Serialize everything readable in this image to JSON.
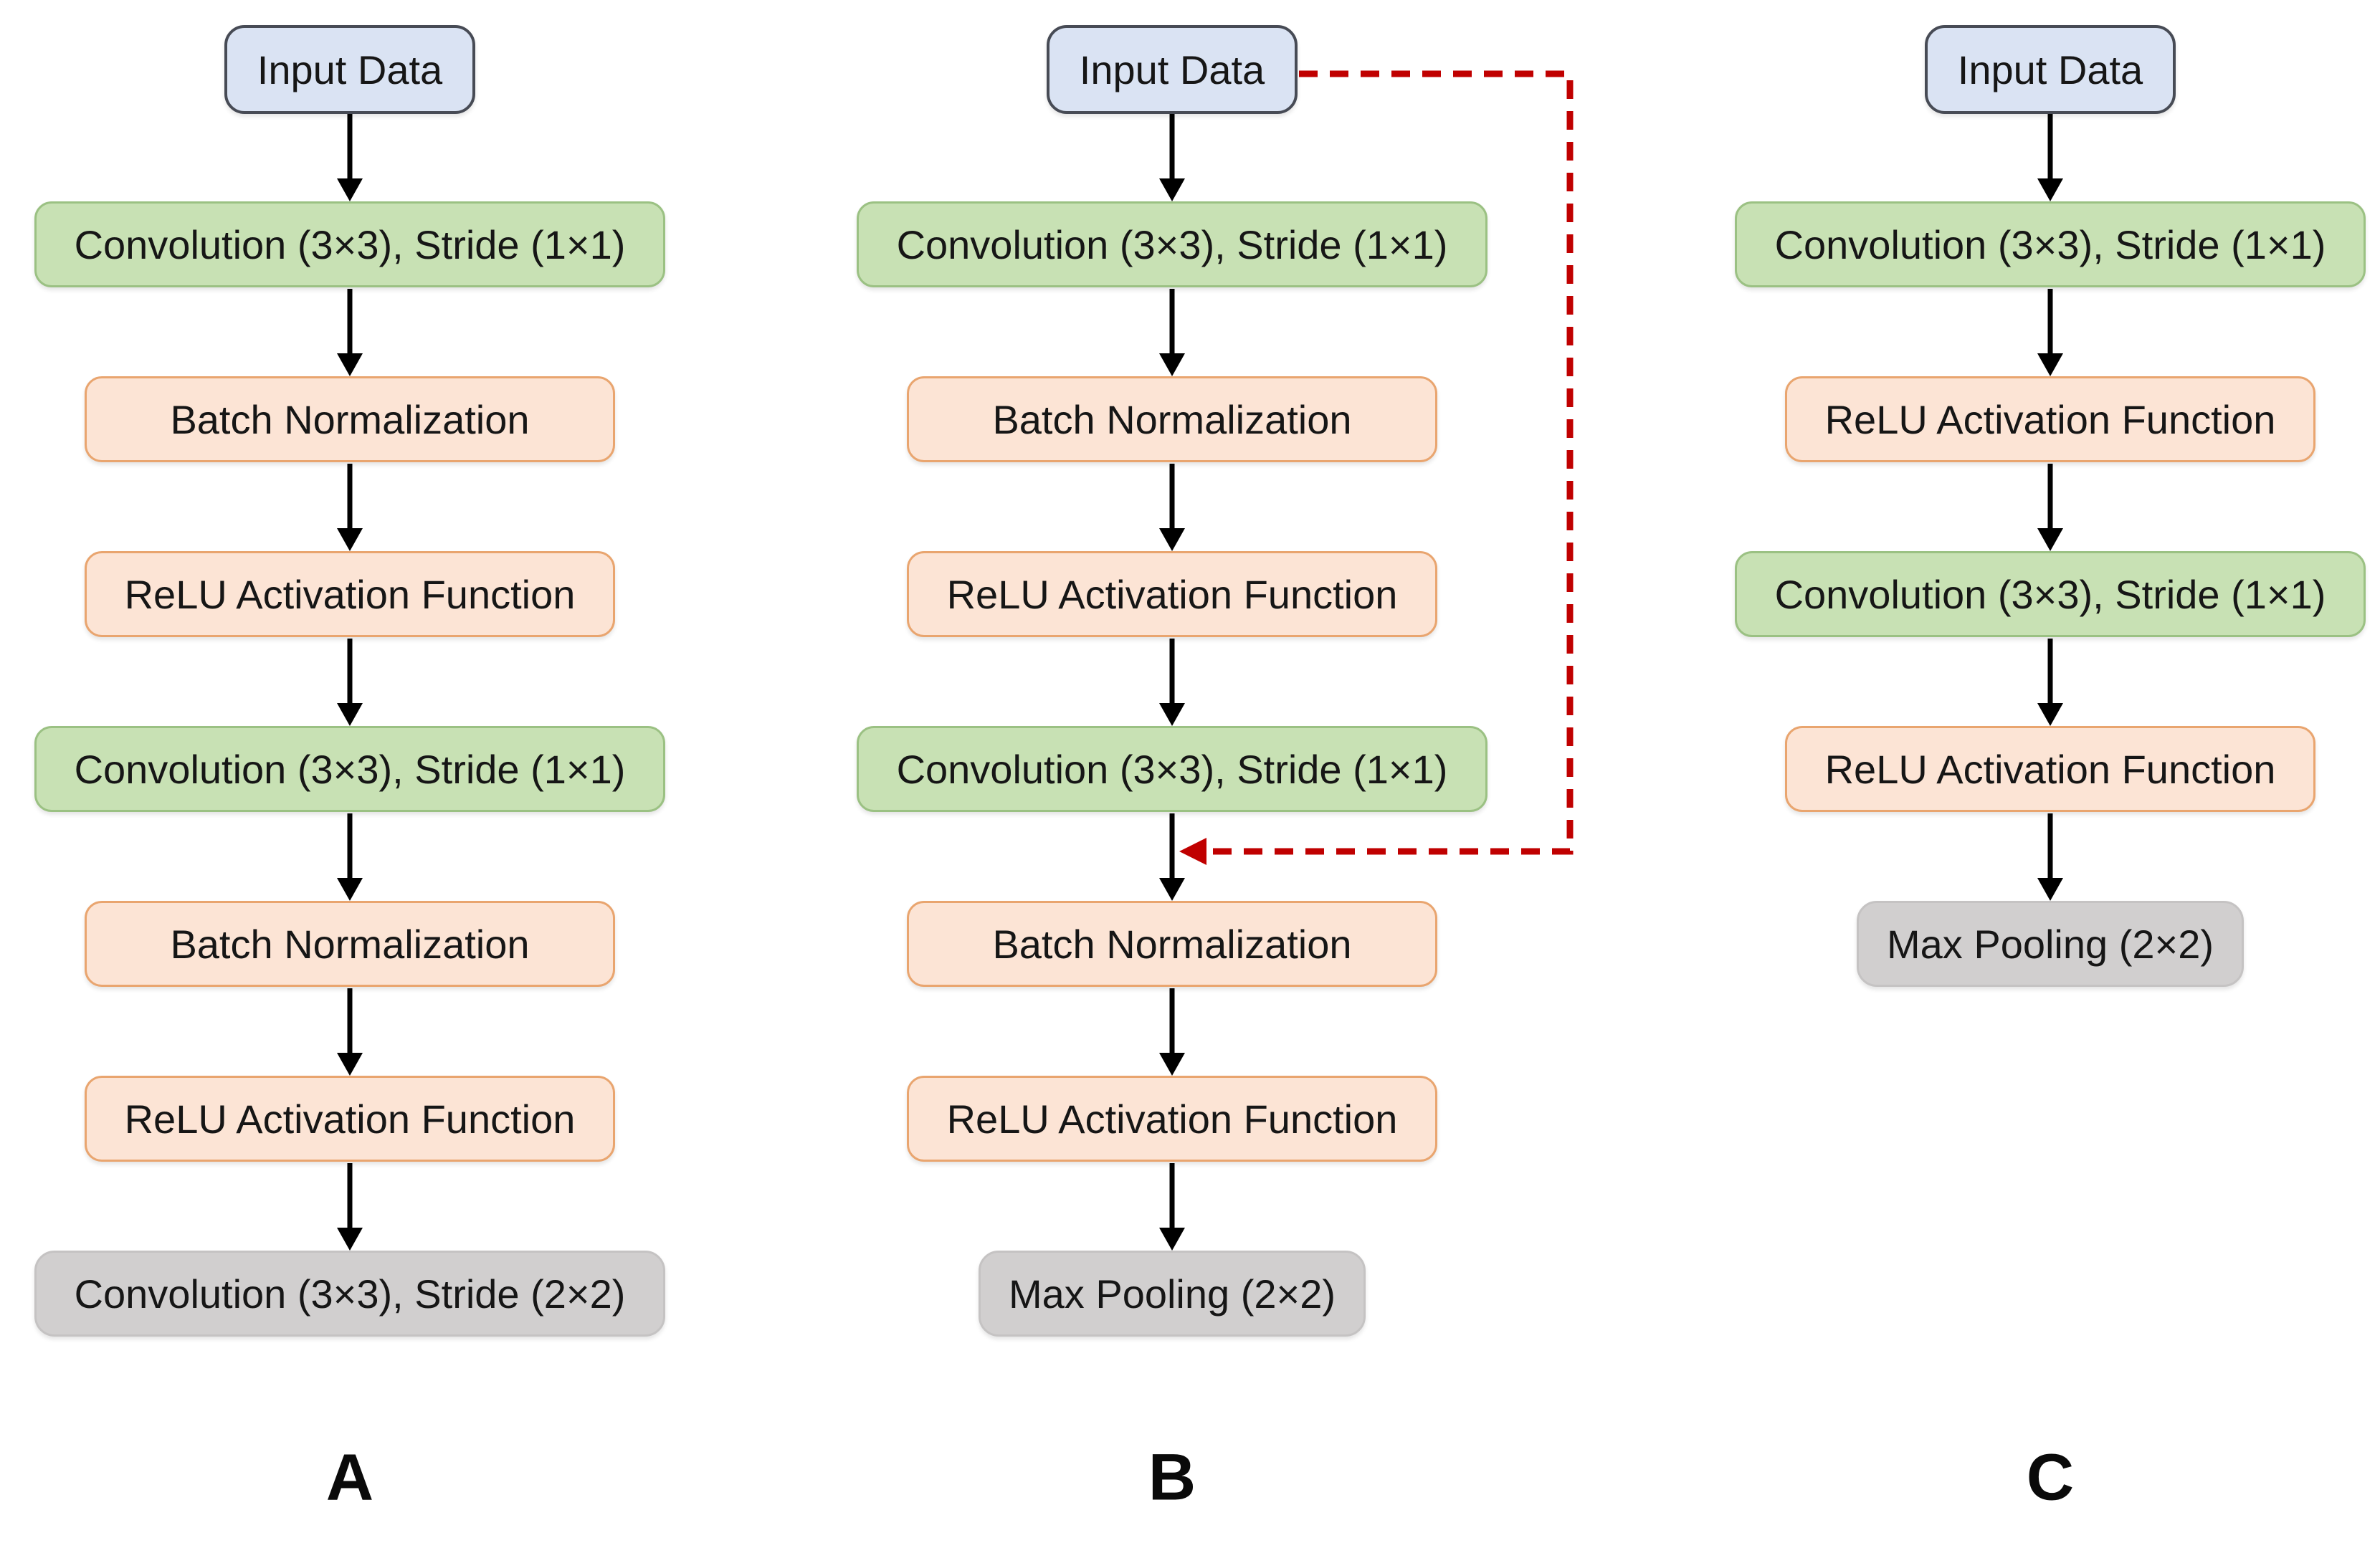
{
  "diagram": {
    "title_letters": {
      "a": "A",
      "b": "B",
      "c": "C"
    },
    "colors": {
      "input_fill": "#dae3f3",
      "input_border": "#474b55",
      "conv_fill": "#c8e1b4",
      "conv_border": "#9bc183",
      "activation_fill": "#fce4d5",
      "activation_border": "#e9a56f",
      "pool_fill": "#d1cfcf",
      "pool_border": "#c5c3c3",
      "arrow": "#000000",
      "skip_connection": "#c00000",
      "text": "#161616"
    },
    "columns": [
      {
        "id": "A",
        "nodes": [
          {
            "type": "input",
            "label": "Input Data"
          },
          {
            "type": "conv",
            "label": "Convolution (3×3), Stride (1×1)"
          },
          {
            "type": "batchnorm",
            "label": "Batch Normalization"
          },
          {
            "type": "relu",
            "label": "ReLU Activation Function"
          },
          {
            "type": "conv",
            "label": "Convolution (3×3), Stride (1×1)"
          },
          {
            "type": "batchnorm",
            "label": "Batch Normalization"
          },
          {
            "type": "relu",
            "label": "ReLU Activation Function"
          },
          {
            "type": "conv-downsample",
            "label": "Convolution (3×3), Stride (2×2)"
          }
        ]
      },
      {
        "id": "B",
        "nodes": [
          {
            "type": "input",
            "label": "Input Data"
          },
          {
            "type": "conv",
            "label": "Convolution (3×3), Stride (1×1)"
          },
          {
            "type": "batchnorm",
            "label": "Batch Normalization"
          },
          {
            "type": "relu",
            "label": "ReLU Activation Function"
          },
          {
            "type": "conv",
            "label": "Convolution (3×3), Stride (1×1)"
          },
          {
            "type": "batchnorm",
            "label": "Batch Normalization"
          },
          {
            "type": "relu",
            "label": "ReLU Activation Function"
          },
          {
            "type": "maxpool",
            "label": "Max Pooling (2×2)"
          }
        ],
        "skip_connection": {
          "from": "Input Data",
          "to": "before second Batch Normalization",
          "style": "dashed",
          "color": "#c00000"
        }
      },
      {
        "id": "C",
        "nodes": [
          {
            "type": "input",
            "label": "Input Data"
          },
          {
            "type": "conv",
            "label": "Convolution (3×3), Stride (1×1)"
          },
          {
            "type": "relu",
            "label": "ReLU Activation Function"
          },
          {
            "type": "conv",
            "label": "Convolution (3×3), Stride (1×1)"
          },
          {
            "type": "relu",
            "label": "ReLU Activation Function"
          },
          {
            "type": "maxpool",
            "label": "Max Pooling (2×2)"
          }
        ]
      }
    ]
  }
}
